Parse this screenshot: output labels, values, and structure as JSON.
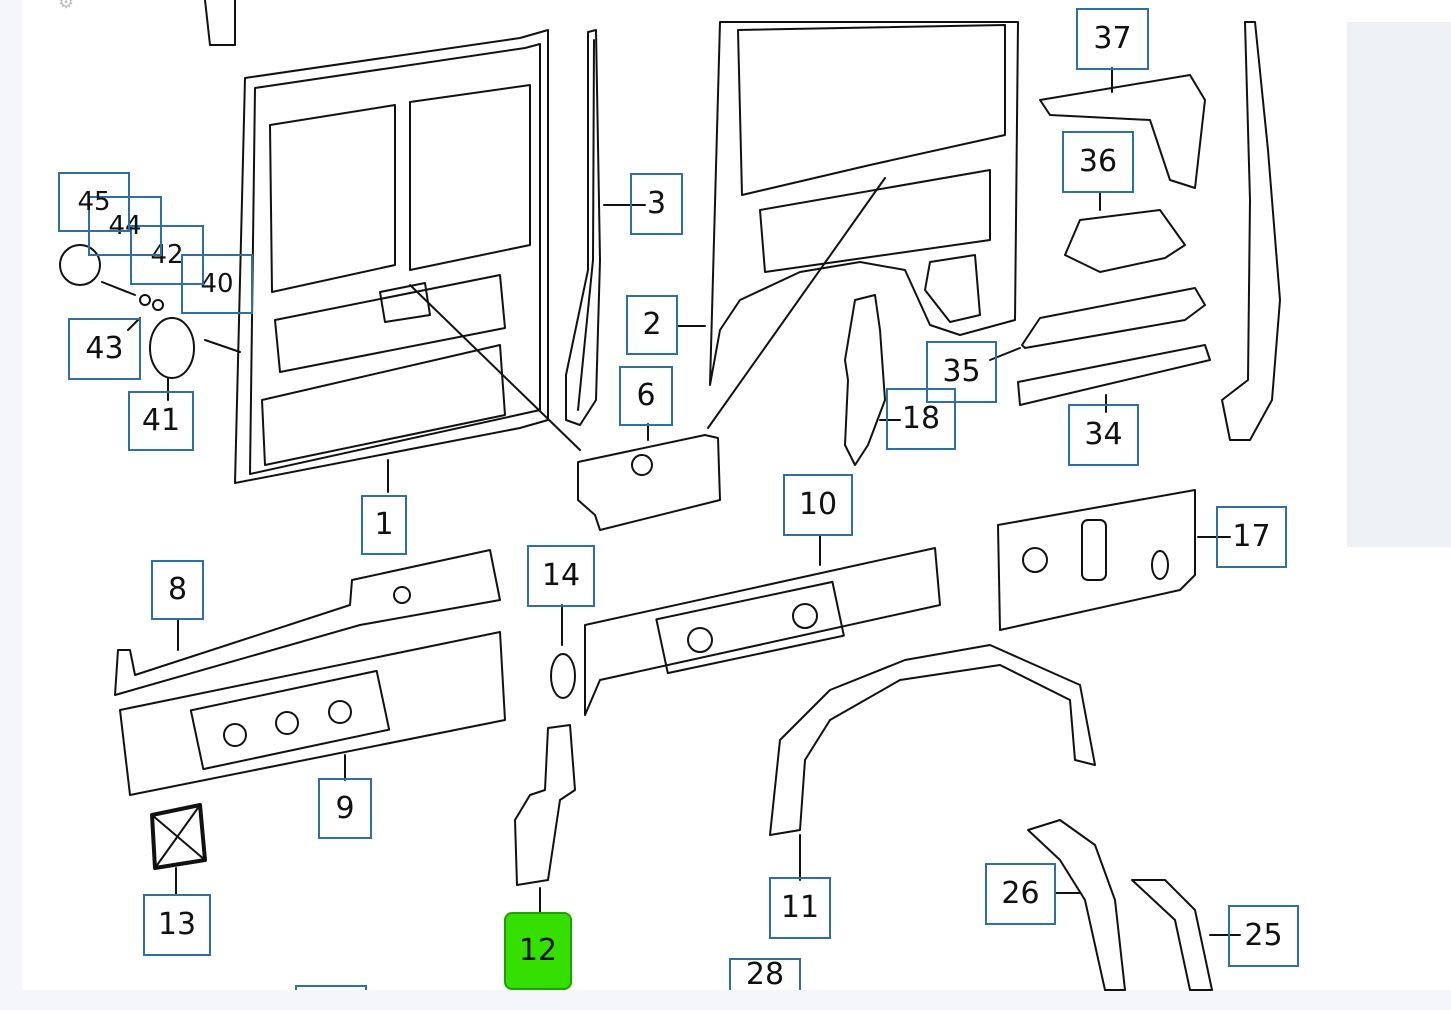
{
  "callouts": [
    {
      "id": "1",
      "label": "1"
    },
    {
      "id": "2",
      "label": "2"
    },
    {
      "id": "3",
      "label": "3"
    },
    {
      "id": "6",
      "label": "6"
    },
    {
      "id": "8",
      "label": "8"
    },
    {
      "id": "9",
      "label": "9"
    },
    {
      "id": "10",
      "label": "10"
    },
    {
      "id": "11",
      "label": "11"
    },
    {
      "id": "12",
      "label": "12",
      "highlighted": true
    },
    {
      "id": "13",
      "label": "13"
    },
    {
      "id": "14",
      "label": "14"
    },
    {
      "id": "17",
      "label": "17"
    },
    {
      "id": "18",
      "label": "18"
    },
    {
      "id": "25",
      "label": "25"
    },
    {
      "id": "26",
      "label": "26"
    },
    {
      "id": "28",
      "label": "28"
    },
    {
      "id": "34",
      "label": "34"
    },
    {
      "id": "35",
      "label": "35"
    },
    {
      "id": "36",
      "label": "36"
    },
    {
      "id": "37",
      "label": "37"
    },
    {
      "id": "40",
      "label": "40"
    },
    {
      "id": "41",
      "label": "41"
    },
    {
      "id": "42",
      "label": "42"
    },
    {
      "id": "43",
      "label": "43"
    },
    {
      "id": "44",
      "label": "44"
    },
    {
      "id": "45",
      "label": "45"
    }
  ],
  "colors": {
    "callout_border": "#2f6fa3",
    "highlight": "#35e000",
    "line_art": "#111111"
  },
  "icons": {
    "settings": "gear-icon"
  }
}
